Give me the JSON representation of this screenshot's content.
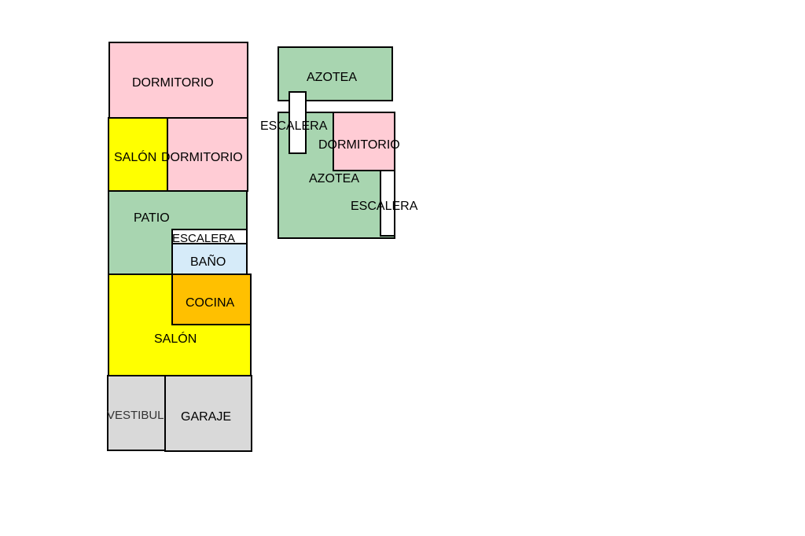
{
  "plan_left": {
    "dormitorio_top": "DORMITORIO",
    "salon_small": "SALÓN",
    "dormitorio_mid": "DORMITORIO",
    "patio": "PATIO",
    "escalera": "ESCALERA",
    "bano": "BAÑO",
    "cocina": "COCINA",
    "salon_big": "SALÓN",
    "vestibulo": "VESTIBUL",
    "garaje": "GARAJE"
  },
  "plan_right": {
    "azotea_top": "AZOTEA",
    "escalera_left": "ESCALERA",
    "dormitorio": "DORMITORIO",
    "azotea_main": "AZOTEA",
    "escalera_right": "ESCALERA"
  },
  "colors": {
    "dormitorio": "#ffccd5",
    "salon": "#ffff00",
    "patio_azotea": "#a8d5b0",
    "bano": "#d6ebf9",
    "cocina": "#ffc000",
    "garaje_vestibulo": "#d9d9d9",
    "escalera": "#ffffff"
  }
}
